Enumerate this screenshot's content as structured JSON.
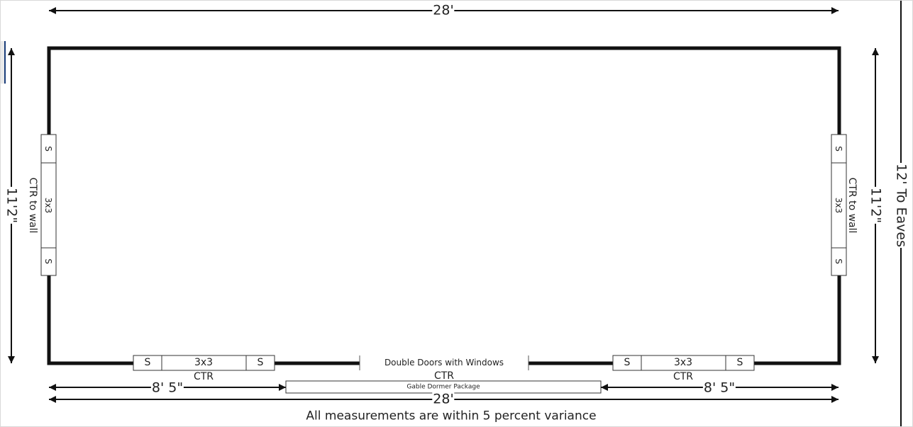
{
  "labels": {
    "top_width": "28'",
    "left_depth": "11'2\"",
    "right_depth": "11'2\"",
    "eave_height": "12' To Eaves",
    "bottom_width": "28'",
    "bottom_left_offset": "8' 5\"",
    "bottom_right_offset": "8' 5\"",
    "note": "All measurements are within 5 percent variance"
  },
  "left_window": {
    "shutter_a": "S",
    "window": "3x3",
    "shutter_b": "S",
    "placement": "CTR to wall"
  },
  "right_window": {
    "shutter_a": "S",
    "window": "3x3",
    "shutter_b": "S",
    "placement": "CTR to wall"
  },
  "front_window_left": {
    "shutter_a": "S",
    "window": "3x3",
    "shutter_b": "S",
    "placement": "CTR"
  },
  "front_window_right": {
    "shutter_a": "S",
    "window": "3x3",
    "shutter_b": "S",
    "placement": "CTR"
  },
  "door": {
    "label": "Double Doors with Windows",
    "placement": "CTR"
  },
  "dormer": {
    "label": "Gable Dormer Package"
  },
  "colors": {
    "line": "#111111",
    "text": "#222222",
    "background": "#ffffff"
  }
}
